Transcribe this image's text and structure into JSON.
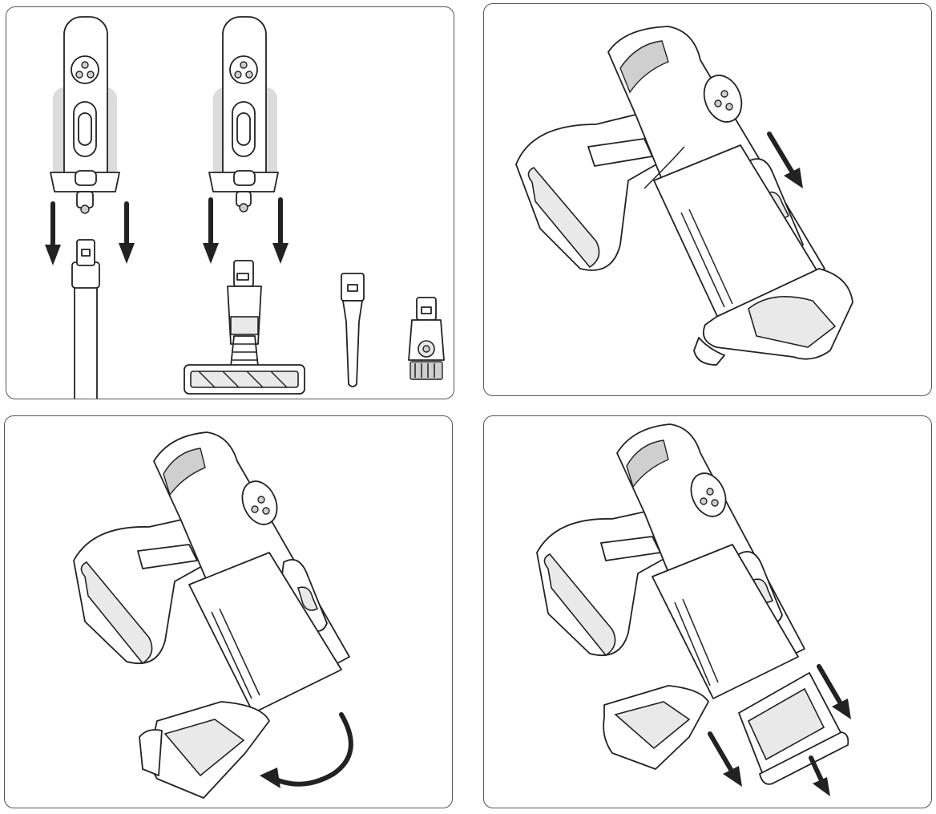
{
  "figure": {
    "panels": [
      {
        "id": "step-1",
        "description_icon": "detach-accessories"
      },
      {
        "id": "step-2",
        "description_icon": "press-release-slide"
      },
      {
        "id": "step-3",
        "description_icon": "rotate-bin-open"
      },
      {
        "id": "step-4",
        "description_icon": "remove-dust-bin"
      }
    ]
  },
  "colors": {
    "line": "#222222",
    "panel_border": "#555555",
    "fill": "#ffffff",
    "shade": "#dcdcdc"
  }
}
